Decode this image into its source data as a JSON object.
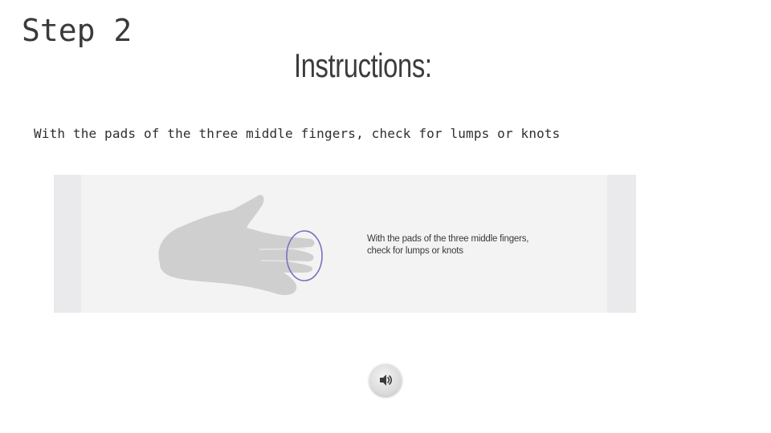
{
  "slide": {
    "step_label": "Step 2",
    "heading": "Instructions:",
    "body_text": "With the pads of the three middle fingers, check for lumps or knots"
  },
  "figure": {
    "caption": "With the pads of the three middle fingers, check for lumps or knots",
    "illustration_icon": "hand-icon",
    "highlight_color": "#7b6fc0"
  },
  "audio": {
    "icon": "speaker-icon"
  }
}
